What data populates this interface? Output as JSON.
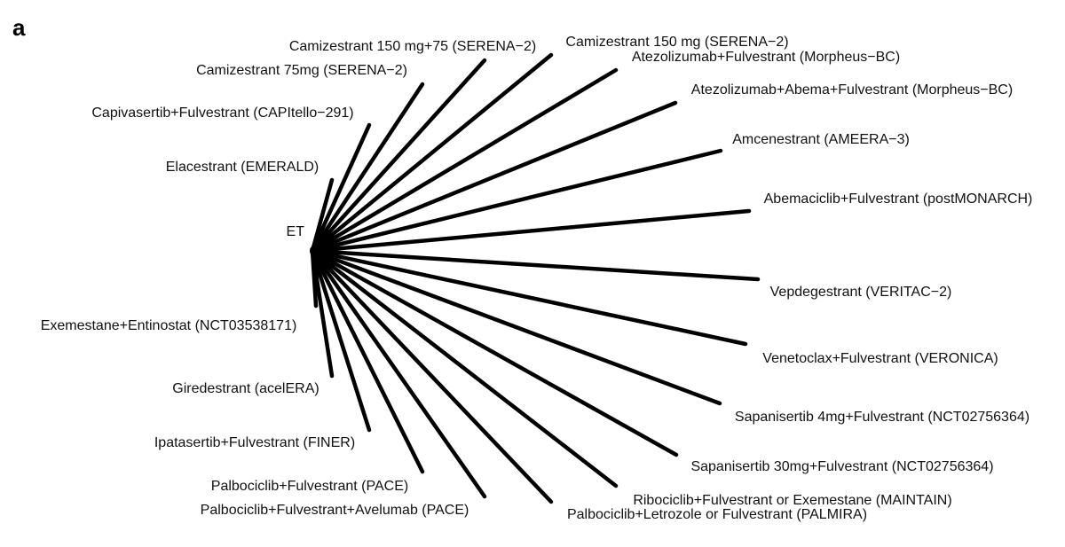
{
  "panel_label": "a",
  "colors": {
    "edge": "#000000",
    "text": "#111111"
  },
  "network": {
    "center": {
      "label": "ET"
    },
    "nodes": [
      {
        "id": "camizestrant-150-75",
        "label": "Camizestrant 150 mg+75 (SERENA−2)"
      },
      {
        "id": "camizestrant-75",
        "label": "Camizestrant 75mg (SERENA−2)"
      },
      {
        "id": "capivasertib",
        "label": "Capivasertib+Fulvestrant (CAPItello−291)"
      },
      {
        "id": "elacestrant",
        "label": "Elacestrant (EMERALD)"
      },
      {
        "id": "camizestrant-150",
        "label": "Camizestrant 150 mg (SERENA−2)"
      },
      {
        "id": "atezolizumab-fulv",
        "label": "Atezolizumab+Fulvestrant (Morpheus−BC)"
      },
      {
        "id": "atezolizumab-abema-fulv",
        "label": "Atezolizumab+Abema+Fulvestrant (Morpheus−BC)"
      },
      {
        "id": "amcenestrant",
        "label": "Amcenestrant (AMEERA−3)"
      },
      {
        "id": "abemaciclib-fulv",
        "label": "Abemaciclib+Fulvestrant (postMONARCH)"
      },
      {
        "id": "vepdegestrant",
        "label": "Vepdegestrant (VERITAC−2)"
      },
      {
        "id": "venetoclax-fulv",
        "label": "Venetoclax+Fulvestrant (VERONICA)"
      },
      {
        "id": "sapanisertib-4",
        "label": "Sapanisertib 4mg+Fulvestrant (NCT02756364)"
      },
      {
        "id": "sapanisertib-30",
        "label": "Sapanisertib 30mg+Fulvestrant (NCT02756364)"
      },
      {
        "id": "ribociclib",
        "label": "Ribociclib+Fulvestrant or Exemestane (MAINTAIN)"
      },
      {
        "id": "palbociclib-letrozole",
        "label": "Palbociclib+Letrozole or Fulvestrant (PALMIRA)"
      },
      {
        "id": "palbociclib-fulv-avelumab",
        "label": "Palbociclib+Fulvestrant+Avelumab (PACE)"
      },
      {
        "id": "palbociclib-fulv",
        "label": "Palbociclib+Fulvestrant (PACE)"
      },
      {
        "id": "ipatasertib",
        "label": "Ipatasertib+Fulvestrant (FINER)"
      },
      {
        "id": "giredestrant",
        "label": "Giredestrant (acelERA)"
      },
      {
        "id": "exemestane-entinostat",
        "label": "Exemestane+Entinostat (NCT03538171)"
      }
    ]
  }
}
